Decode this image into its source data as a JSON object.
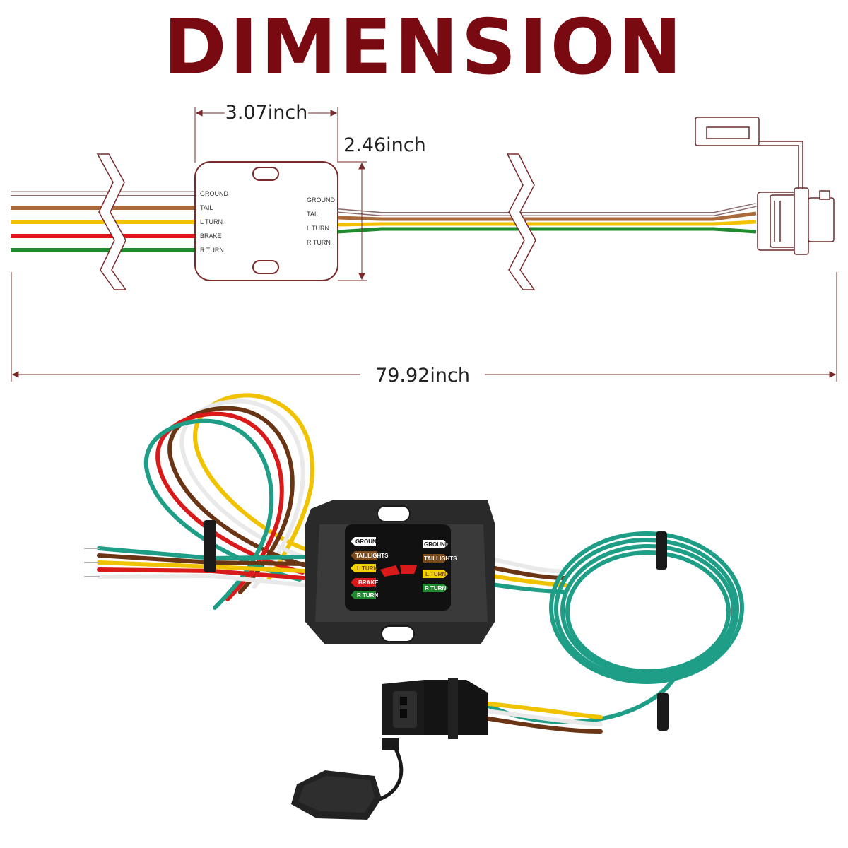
{
  "title": "DIMENSION",
  "dimensions": {
    "width": "3.07inch",
    "height": "2.46inch",
    "length": "79.92inch"
  },
  "box_labels": {
    "left": [
      "GROUND",
      "TAIL",
      "L TURN",
      "BRAKE",
      "R TURN"
    ],
    "right": [
      "GROUND",
      "TAIL",
      "L TURN",
      "R TURN"
    ]
  },
  "panel_labels": {
    "left": [
      "GROUND",
      "TAILLIGHTS",
      "L TURN",
      "BRAKE",
      "R TURN"
    ],
    "right": [
      "GROUND",
      "TAILLIGHTS",
      "L TURN",
      "R TURN"
    ]
  },
  "colors": {
    "title": "#7a0a12",
    "outline": "#7a2a2a",
    "white_wire": "#f4f4f4",
    "brown_wire": "#9a5a2c",
    "yellow_wire": "#f2c200",
    "red_wire": "#e3151b",
    "green_wire": "#1f8a2e",
    "teal_wire": "#1e9e86"
  }
}
